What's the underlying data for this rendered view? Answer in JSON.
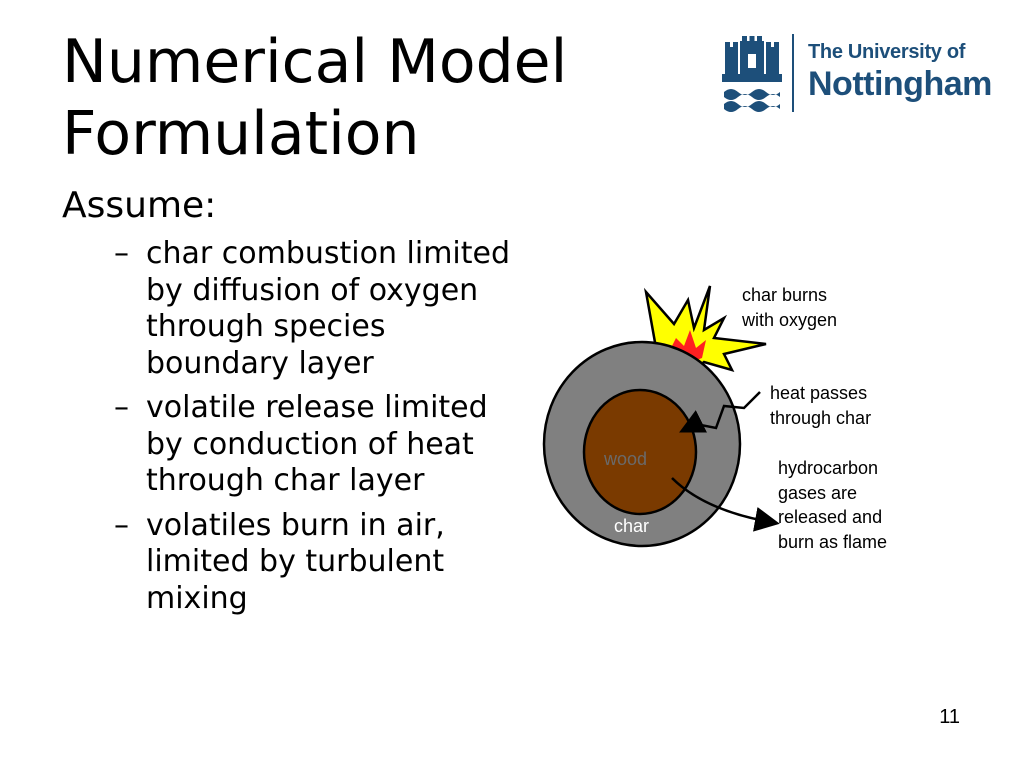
{
  "slide": {
    "title_line1": "Numerical Model",
    "title_line2": "Formulation",
    "lead": "Assume:",
    "bullets": [
      "char combustion limited by diffusion of oxygen through species boundary layer",
      "volatile release limited by conduction of heat through char layer",
      "volatiles burn in air, limited by turbulent mixing"
    ],
    "bullet_marker": "–",
    "page_number": "11"
  },
  "logo": {
    "line1": "The University of",
    "line2": "Nottingham",
    "color": "#1d4f7a"
  },
  "diagram": {
    "labels": {
      "wood": "wood",
      "char": "char",
      "char_burns": "char burns\nwith oxygen",
      "heat_passes": "heat passes\nthrough char",
      "hydrocarbon": "hydrocarbon\ngases are\nreleased and\nburn as flame"
    },
    "colors": {
      "char_ring": "#808080",
      "wood_core": "#7a3a00",
      "flame_outer": "#ffff00",
      "flame_inner": "#ff2020",
      "wood_label": "#6a6a6a",
      "char_label": "#ffffff"
    }
  }
}
